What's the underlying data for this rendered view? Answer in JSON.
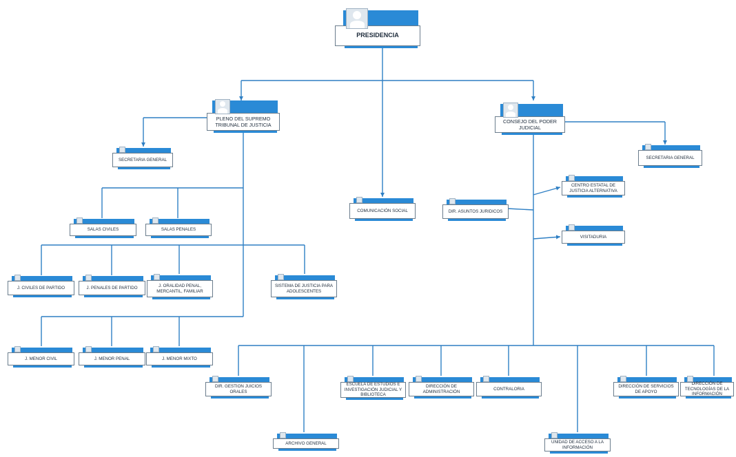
{
  "colors": {
    "accent": "#2a8ad6",
    "line": "#2e7fc4",
    "border": "#6a7c8c"
  },
  "icons": {
    "avatar": "user-silhouette-icon"
  },
  "nodes": [
    {
      "id": "presidencia",
      "label": "PRESIDENCIA",
      "size": "big"
    },
    {
      "id": "pleno",
      "label": "PLENO DEL SUPREMO TRIBUNAL DE JUSTICIA",
      "size": "mid"
    },
    {
      "id": "consejo",
      "label": "CONSEJO DEL PODER JUDICIAL",
      "size": "mid"
    },
    {
      "id": "sec-general-left",
      "label": "SECRETARIA GENERAL",
      "size": "sm"
    },
    {
      "id": "sec-general-right",
      "label": "SECRETARIA GENERAL",
      "size": "sm"
    },
    {
      "id": "comunicacion",
      "label": "COMUNICACIÓN SOCIAL",
      "size": "sm"
    },
    {
      "id": "asuntos-juridicos",
      "label": "DIR. ASUNTOS JURIDICOS",
      "size": "sm"
    },
    {
      "id": "centro-estatal",
      "label": "CENTRO ESTATAL DE JUSTICIA ALTERNATIVA",
      "size": "sm"
    },
    {
      "id": "visitaduria",
      "label": "VISITADURIA",
      "size": "sm"
    },
    {
      "id": "salas-civiles",
      "label": "SALAS CIVILES",
      "size": "sm"
    },
    {
      "id": "salas-penales",
      "label": "SALAS PENALES",
      "size": "sm"
    },
    {
      "id": "j-civiles-partido",
      "label": "J. CIVILES DE PARTIDO",
      "size": "sm"
    },
    {
      "id": "j-penales-partido",
      "label": "J. PENALES DE PARTIDO",
      "size": "sm"
    },
    {
      "id": "j-oralidad",
      "label": "J. ORALIDAD PENAL, MERCANTIL, FAMILIAR",
      "size": "sm"
    },
    {
      "id": "sistema-adolescentes",
      "label": "SISTEMA DE JUSTICIA PARA ADOLESCENTES",
      "size": "sm"
    },
    {
      "id": "j-menor-civil",
      "label": "J. MENOR CIVIL",
      "size": "sm"
    },
    {
      "id": "j-menor-penal",
      "label": "J. MENOR PENAL",
      "size": "sm"
    },
    {
      "id": "j-menor-mixto",
      "label": "J. MENOR MIXTO",
      "size": "sm"
    },
    {
      "id": "gestion-juicios",
      "label": "DIR. GESTION JUICIOS ORALES",
      "size": "sm"
    },
    {
      "id": "archivo-general",
      "label": "ARCHIVO GENERAL",
      "size": "sm"
    },
    {
      "id": "escuela-estudios",
      "label": "ESCUELA DE ESTUDIOS E INVESTIGACIÓN JUDICIAL Y BIBLIOTECA",
      "size": "sm"
    },
    {
      "id": "dir-administracion",
      "label": "DIRECCIÓN DE ADMINISTRACIÓN",
      "size": "sm"
    },
    {
      "id": "contraloria",
      "label": "CONTRALORIA",
      "size": "sm"
    },
    {
      "id": "unidad-acceso",
      "label": "UNIDAD DE ACCESO A LA INFORMACIÓN",
      "size": "sm"
    },
    {
      "id": "servicios-apoyo",
      "label": "DIRECCIÓN DE SERVICIOS DE APOYO",
      "size": "sm"
    },
    {
      "id": "tecnologias",
      "label": "DIRECCIÓN DE TECNOLOGÍAS DE LA INFORMACIÓN",
      "size": "sm"
    }
  ]
}
